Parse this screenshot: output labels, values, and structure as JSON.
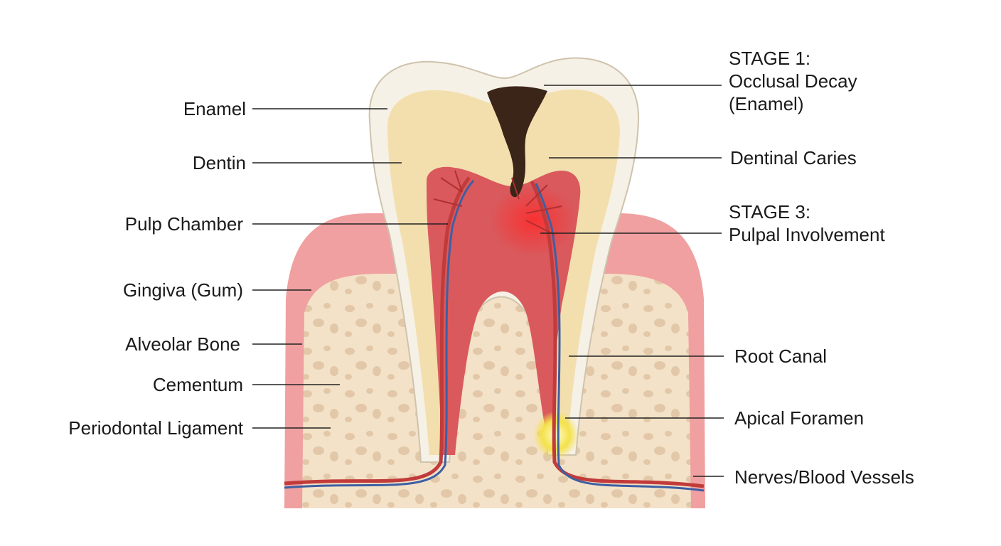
{
  "left_labels": [
    {
      "id": "enamel",
      "text": "Enamel"
    },
    {
      "id": "dentin",
      "text": "Dentin"
    },
    {
      "id": "pulp-chamber",
      "text": "Pulp Chamber"
    },
    {
      "id": "gingiva",
      "text": "Gingiva (Gum)"
    },
    {
      "id": "alveolar-bone",
      "text": "Alveolar Bone"
    },
    {
      "id": "cementum",
      "text": "Cementum"
    },
    {
      "id": "periodontal-ligament",
      "text": "Periodontal Ligament"
    }
  ],
  "right_labels": [
    {
      "id": "stage-1",
      "lines": [
        "STAGE 1:",
        "Occlusal Decay",
        "(Enamel)"
      ]
    },
    {
      "id": "dentinal-caries",
      "lines": [
        "Dentinal Caries"
      ]
    },
    {
      "id": "stage-3",
      "lines": [
        "STAGE 3:",
        "Pulpal Involvement"
      ]
    },
    {
      "id": "root-canal",
      "lines": [
        "Root Canal"
      ]
    },
    {
      "id": "apical-foramen",
      "lines": [
        "Apical Foramen"
      ]
    },
    {
      "id": "nerves-blood-vessels",
      "lines": [
        "Nerves/Blood Vessels"
      ]
    }
  ],
  "colors": {
    "enamel": "#f6f1e6",
    "dentin": "#f3dfae",
    "pulp": "#d9595c",
    "gum": "#f0a0a0",
    "bone": "#f3e2c7",
    "bone_spots": "#e2c8a8",
    "decay": "#3b2418",
    "artery": "#c23b3b",
    "vein": "#3d5fa3",
    "abscess": "#f4e24a",
    "leader": "#222222"
  }
}
